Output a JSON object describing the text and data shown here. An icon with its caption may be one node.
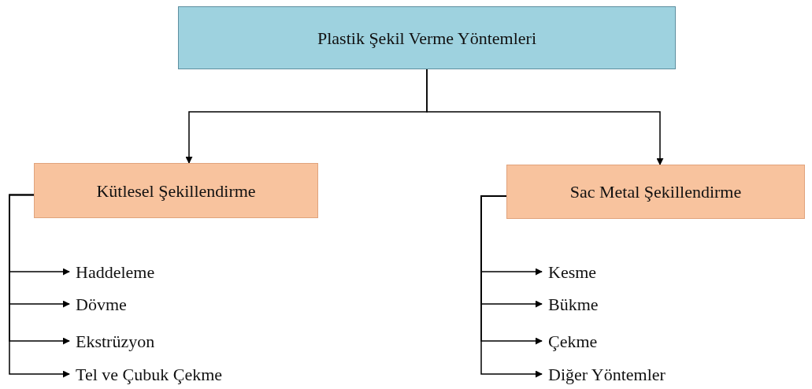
{
  "diagram": {
    "nodes": [
      {
        "text": [
          "Plastik Şekil Verme Yöntemleri"
        ]
      },
      {
        "text": [
          "Kütlesel Şekillendirme"
        ]
      },
      {
        "text": [
          "Sac Metal Şekillendirme"
        ]
      },
      {
        "text": [
          "Haddeleme"
        ]
      },
      {
        "text": [
          "Dövme"
        ]
      },
      {
        "text": [
          "Ekstrüzyon"
        ]
      },
      {
        "text": [
          "Tel ve Çubuk Çekme"
        ]
      },
      {
        "text": [
          "Kesme"
        ]
      },
      {
        "text": [
          "Bükme"
        ]
      },
      {
        "text": [
          "Çekme"
        ]
      },
      {
        "text": [
          "Diğer Yöntemler"
        ]
      }
    ],
    "edges": [
      {
        "from": 0,
        "to": 1,
        "arrow": "to"
      },
      {
        "from": 0,
        "to": 2,
        "arrow": "to"
      },
      {
        "from": 1,
        "to": 3,
        "arrow": "to"
      },
      {
        "from": 1,
        "to": 4,
        "arrow": "to"
      },
      {
        "from": 1,
        "to": 5,
        "arrow": "to"
      },
      {
        "from": 1,
        "to": 6,
        "arrow": "to"
      },
      {
        "from": 2,
        "to": 7,
        "arrow": "to"
      },
      {
        "from": 2,
        "to": 8,
        "arrow": "to"
      },
      {
        "from": 2,
        "to": 9,
        "arrow": "to"
      },
      {
        "from": 2,
        "to": 10,
        "arrow": "to"
      }
    ]
  }
}
